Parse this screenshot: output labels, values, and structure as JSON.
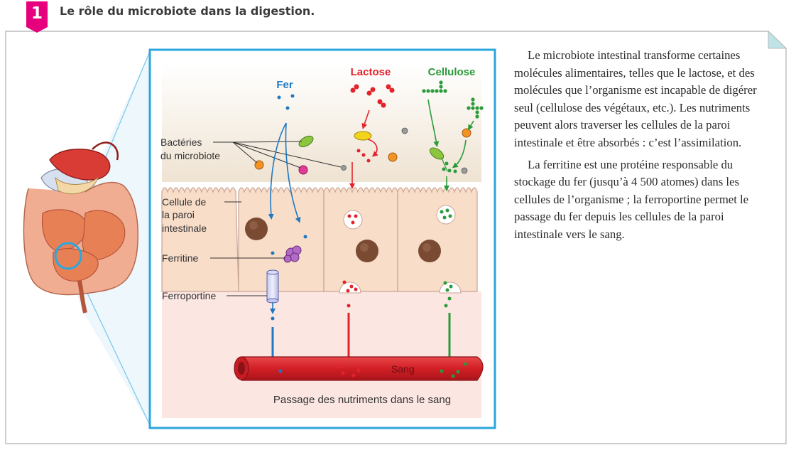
{
  "figure": {
    "number": "1",
    "title": "Le rôle du microbiote dans la digestion."
  },
  "diagram": {
    "columns": {
      "fer": "Fer",
      "lactose": "Lactose",
      "cellulose": "Cellulose"
    },
    "labels": {
      "bacteries_line1": "Bactéries",
      "bacteries_line2": "du microbiote",
      "cellule_line1": "Cellule de",
      "cellule_line2": "la paroi",
      "cellule_line3": "intestinale",
      "ferritine": "Ferritine",
      "ferroportine": "Ferroportine",
      "sang": "Sang",
      "passage": "Passage des nutriments dans le sang"
    },
    "colors": {
      "frame": "#2aa6dd",
      "badge": "#e6007e",
      "fer": "#1f78c1",
      "lactose": "#e2232a",
      "cellulose": "#2a9b3a",
      "cell": "#f8ddc9",
      "nucleus": "#7a4a33",
      "blood": "#d9262b"
    }
  },
  "text": {
    "paragraph1": "Le microbiote intestinal transforme certaines molécules alimentaires, telles que le lactose, et des molécules que l’organisme est incapable de digérer seul (cellulose des végétaux, etc.). Les nutriments peuvent alors traverser les cellules de la paroi intestinale et être absorbés : c’est l’assimilation.",
    "paragraph2": "La ferritine est une protéine responsable du stockage du fer (jusqu’à 4 500 atomes) dans les cellules de l’organisme ; la ferroportine permet le passage du fer depuis les cellules de la paroi intestinale vers le sang."
  }
}
